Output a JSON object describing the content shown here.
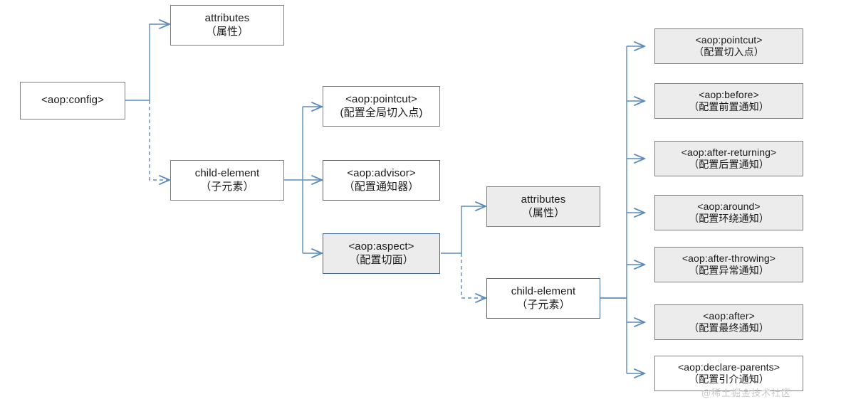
{
  "diagram": {
    "title": "Spring AOP XML configuration element tree",
    "colors": {
      "line": "#5a8bc0",
      "box_border_gray": "#7f7f7f",
      "box_border_blue": "#41699b",
      "box_fill_gray": "#ececec",
      "box_fill_white": "#ffffff",
      "text": "#1a1a1a",
      "watermark": "#c9c9c9"
    },
    "nodes": {
      "root": {
        "l1": "<aop:config>",
        "l2": ""
      },
      "attributes_1": {
        "l1": "attributes",
        "l2": "（属性）"
      },
      "child_element_1": {
        "l1": "child-element",
        "l2": "（子元素）"
      },
      "pointcut_global": {
        "l1": "<aop:pointcut>",
        "l2": "(配置全局切入点)"
      },
      "advisor": {
        "l1": "<aop:advisor>",
        "l2": "（配置通知器）"
      },
      "aspect": {
        "l1": "<aop:aspect>",
        "l2": "（配置切面）"
      },
      "attributes_2": {
        "l1": "attributes",
        "l2": "（属性）"
      },
      "child_element_2": {
        "l1": "child-element",
        "l2": "（子元素）"
      },
      "pointcut": {
        "l1": "<aop:pointcut>",
        "l2": "（配置切入点）"
      },
      "before": {
        "l1": "<aop:before>",
        "l2": "（配置前置通知）"
      },
      "after_returning": {
        "l1": "<aop:after-returning>",
        "l2": "（配置后置通知）"
      },
      "around": {
        "l1": "<aop:around>",
        "l2": "（配置环绕通知）"
      },
      "after_throwing": {
        "l1": "<aop:after-throwing>",
        "l2": "（配置异常通知）"
      },
      "after": {
        "l1": "<aop:after>",
        "l2": "（配置最终通知）"
      },
      "declare_parents": {
        "l1": "<aop:declare-parents>",
        "l2": "（配置引介通知）"
      }
    },
    "watermark": "@稀土掘金技术社区"
  }
}
